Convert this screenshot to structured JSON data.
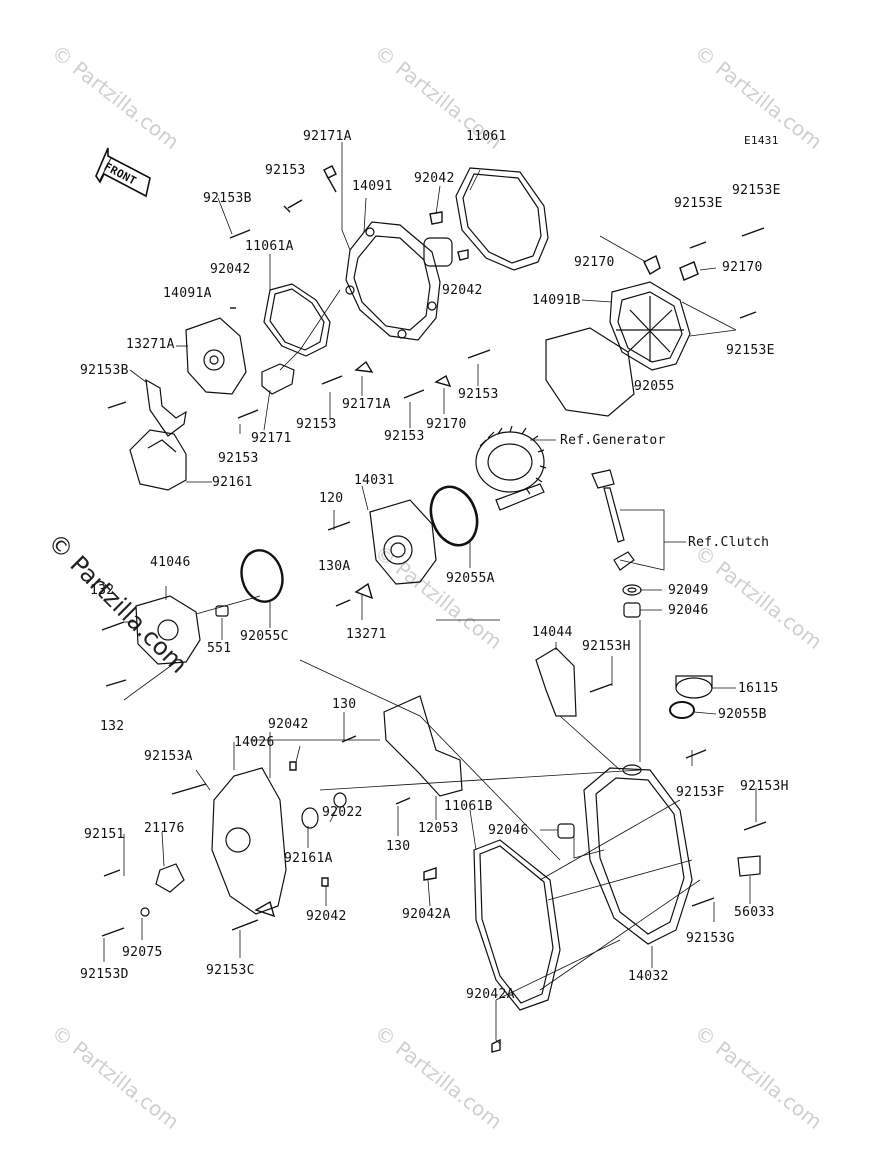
{
  "diagram_code": "E1431",
  "watermark": "© Partzilla.com",
  "front_label": "FRONT",
  "refs": {
    "generator": "Ref.Generator",
    "clutch": "Ref.Clutch"
  },
  "parts": [
    {
      "id": "p1",
      "label": "92171A"
    },
    {
      "id": "p2",
      "label": "11061"
    },
    {
      "id": "p3",
      "label": "92153"
    },
    {
      "id": "p4",
      "label": "14091"
    },
    {
      "id": "p5",
      "label": "92042"
    },
    {
      "id": "p6",
      "label": "92153B"
    },
    {
      "id": "p7",
      "label": "11061A"
    },
    {
      "id": "p8",
      "label": "92042"
    },
    {
      "id": "p9",
      "label": "92042"
    },
    {
      "id": "p10",
      "label": "14091A"
    },
    {
      "id": "p11",
      "label": "13271A"
    },
    {
      "id": "p12",
      "label": "92153B"
    },
    {
      "id": "p13",
      "label": "92171A"
    },
    {
      "id": "p14",
      "label": "92153"
    },
    {
      "id": "p15",
      "label": "92171"
    },
    {
      "id": "p16",
      "label": "92153"
    },
    {
      "id": "p17",
      "label": "92170"
    },
    {
      "id": "p18",
      "label": "92153"
    },
    {
      "id": "p19",
      "label": "92153"
    },
    {
      "id": "p20",
      "label": "92161"
    },
    {
      "id": "p21",
      "label": "92153E"
    },
    {
      "id": "p22",
      "label": "92153E"
    },
    {
      "id": "p23",
      "label": "92170"
    },
    {
      "id": "p24",
      "label": "92170"
    },
    {
      "id": "p25",
      "label": "14091B"
    },
    {
      "id": "p26",
      "label": "92153E"
    },
    {
      "id": "p27",
      "label": "92055"
    },
    {
      "id": "p28",
      "label": "14031"
    },
    {
      "id": "p29",
      "label": "120"
    },
    {
      "id": "p30",
      "label": "130A"
    },
    {
      "id": "p31",
      "label": "13271"
    },
    {
      "id": "p32",
      "label": "92055A"
    },
    {
      "id": "p33",
      "label": "41046"
    },
    {
      "id": "p34",
      "label": "132"
    },
    {
      "id": "p35",
      "label": "551"
    },
    {
      "id": "p36",
      "label": "92055C"
    },
    {
      "id": "p37",
      "label": "132"
    },
    {
      "id": "p38",
      "label": "92049"
    },
    {
      "id": "p39",
      "label": "92046"
    },
    {
      "id": "p40",
      "label": "14044"
    },
    {
      "id": "p41",
      "label": "92153H"
    },
    {
      "id": "p42",
      "label": "16115"
    },
    {
      "id": "p43",
      "label": "92055B"
    },
    {
      "id": "p44",
      "label": "92042"
    },
    {
      "id": "p45",
      "label": "130"
    },
    {
      "id": "p46",
      "label": "92153A"
    },
    {
      "id": "p47",
      "label": "14026"
    },
    {
      "id": "p48",
      "label": "11061B"
    },
    {
      "id": "p49",
      "label": "92046"
    },
    {
      "id": "p50",
      "label": "92153F"
    },
    {
      "id": "p51",
      "label": "92153H"
    },
    {
      "id": "p52",
      "label": "92151"
    },
    {
      "id": "p53",
      "label": "21176"
    },
    {
      "id": "p54",
      "label": "92022"
    },
    {
      "id": "p55",
      "label": "12053"
    },
    {
      "id": "p56",
      "label": "130"
    },
    {
      "id": "p57",
      "label": "92161A"
    },
    {
      "id": "p58",
      "label": "92042"
    },
    {
      "id": "p59",
      "label": "92042A"
    },
    {
      "id": "p60",
      "label": "56033"
    },
    {
      "id": "p61",
      "label": "92075"
    },
    {
      "id": "p62",
      "label": "92153C"
    },
    {
      "id": "p63",
      "label": "92153G"
    },
    {
      "id": "p64",
      "label": "92153D"
    },
    {
      "id": "p65",
      "label": "14032"
    },
    {
      "id": "p66",
      "label": "92042A"
    }
  ]
}
